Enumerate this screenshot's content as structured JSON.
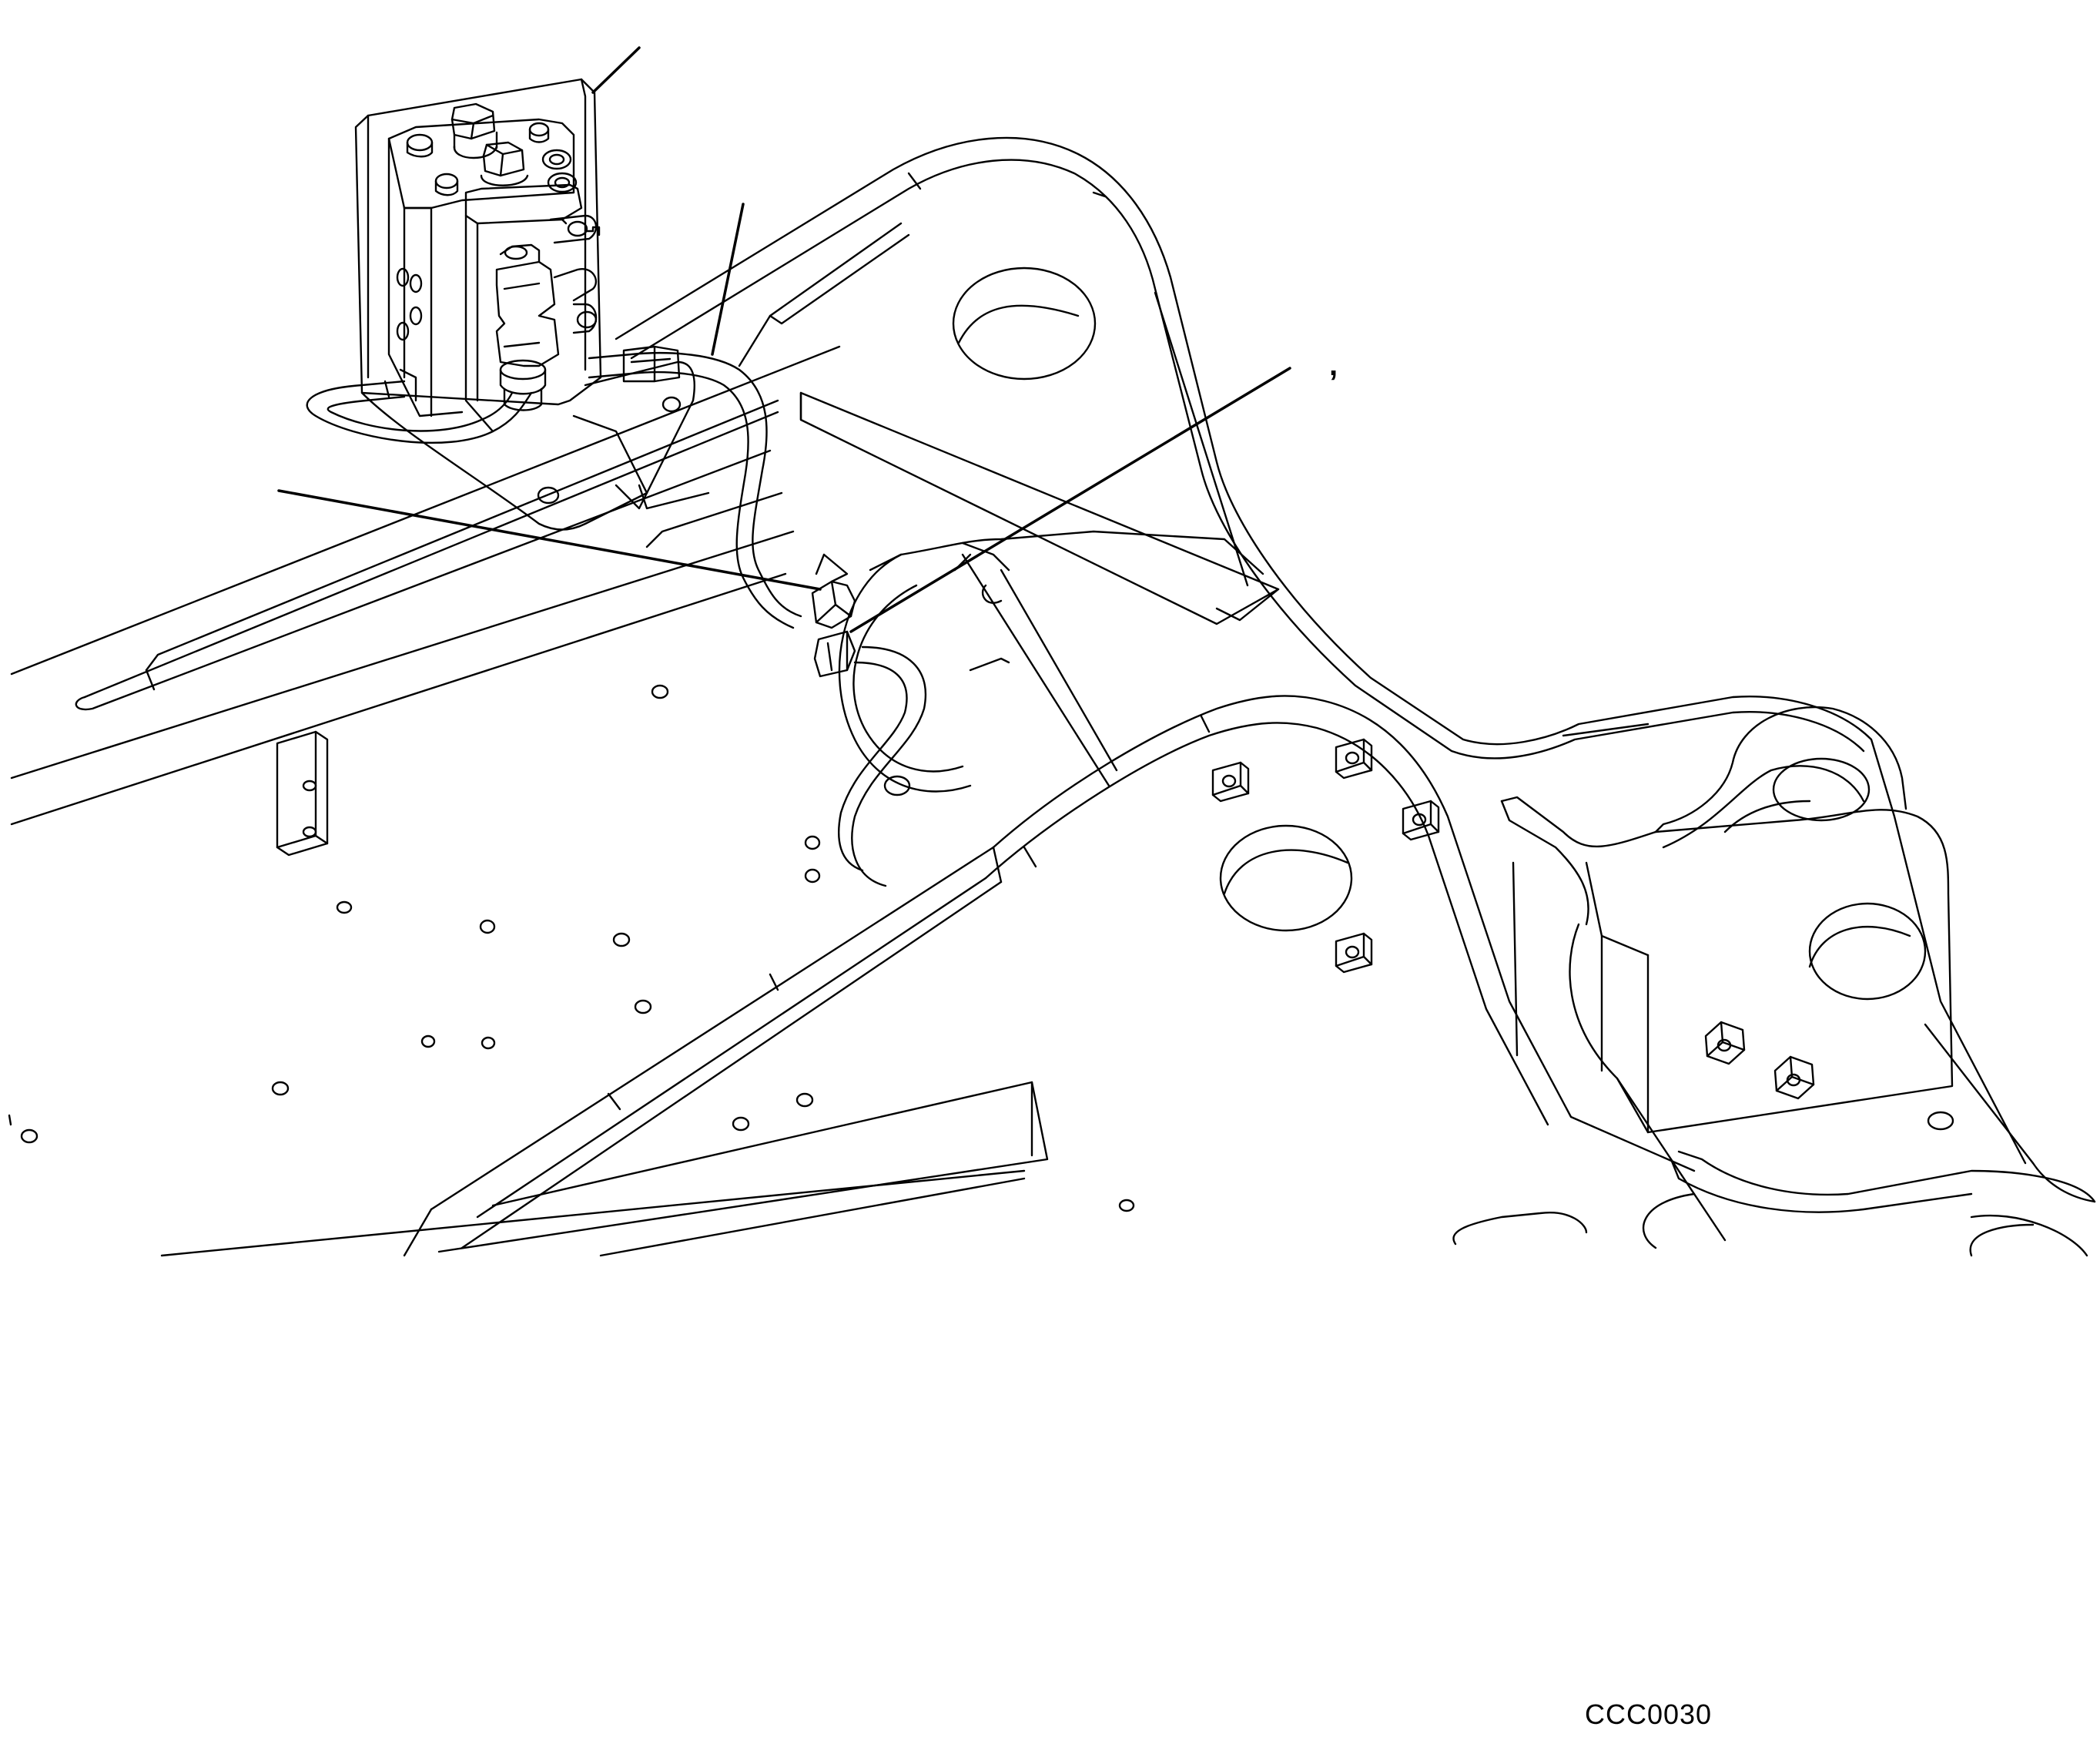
{
  "figure": {
    "reference_code": "CCC0030",
    "callout_mark": ","
  },
  "colors": {
    "line": "#000000",
    "background": "#ffffff"
  },
  "parts": [
    "valve-block",
    "mounting-bracket",
    "hydraulic-hose",
    "hose-clamp",
    "pressure-sensor",
    "frame-crossbeam",
    "boom-mount-lug",
    "pivot-bracket",
    "square-nut",
    "mounting-hole"
  ]
}
